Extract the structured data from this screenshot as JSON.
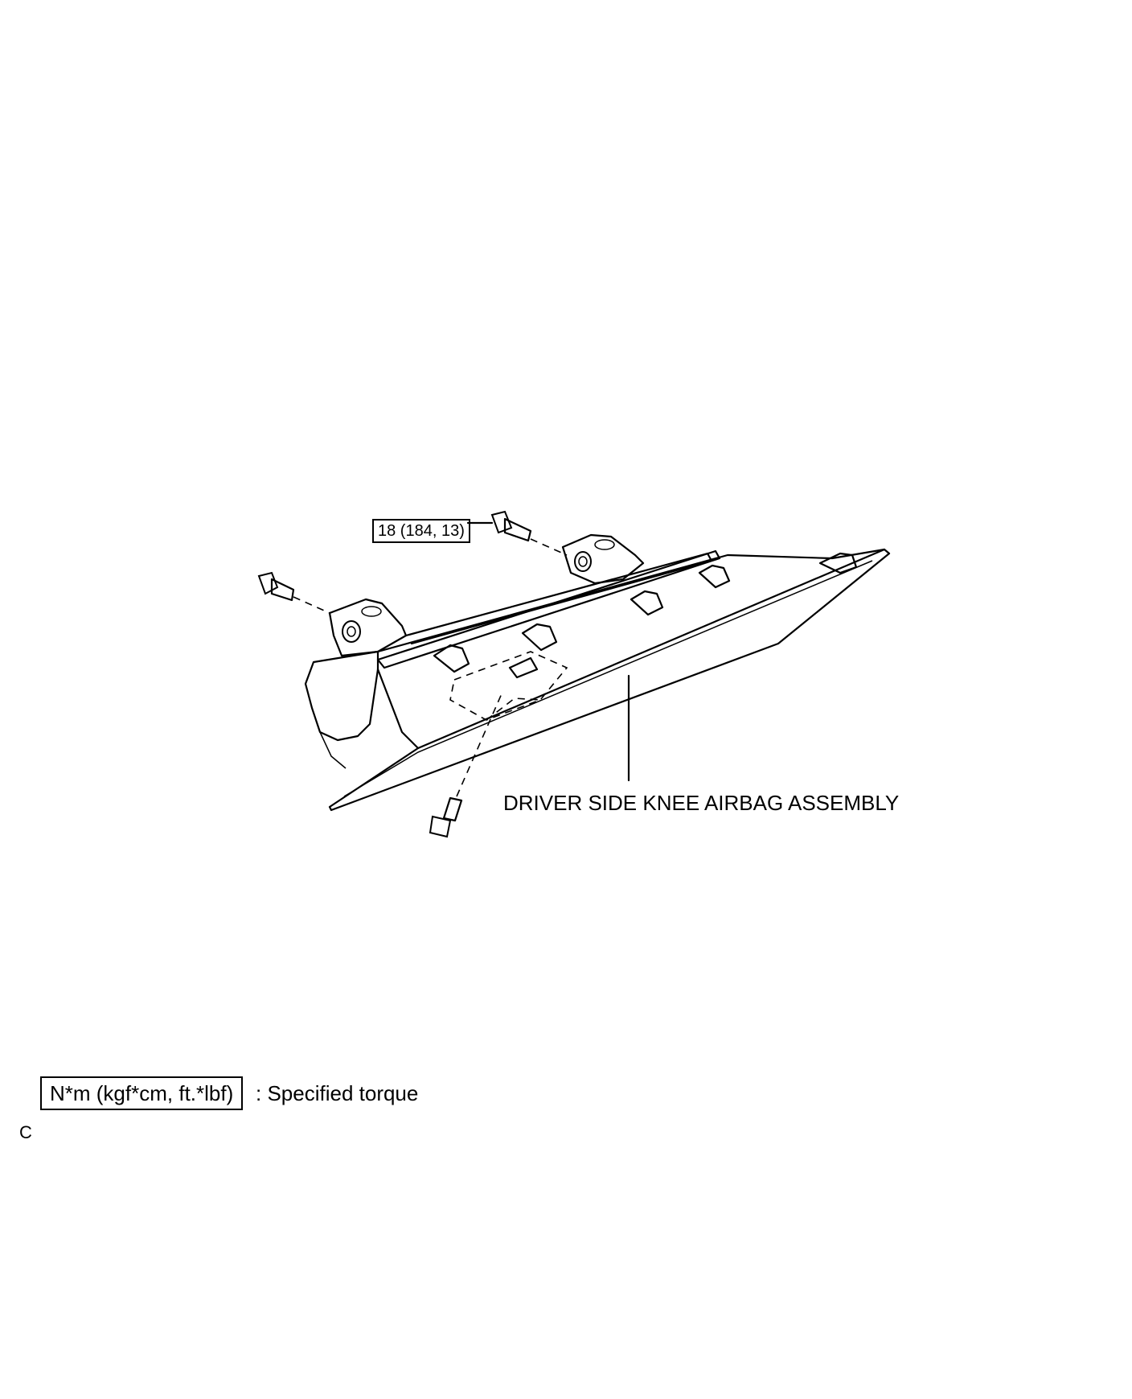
{
  "diagram": {
    "torque_callout": "18 (184, 13)",
    "part_label": "DRIVER SIDE KNEE AIRBAG ASSEMBLY",
    "legend": {
      "unit_box": "N*m (kgf*cm, ft.*lbf)",
      "description": ": Specified torque"
    },
    "corner_code": "C"
  }
}
